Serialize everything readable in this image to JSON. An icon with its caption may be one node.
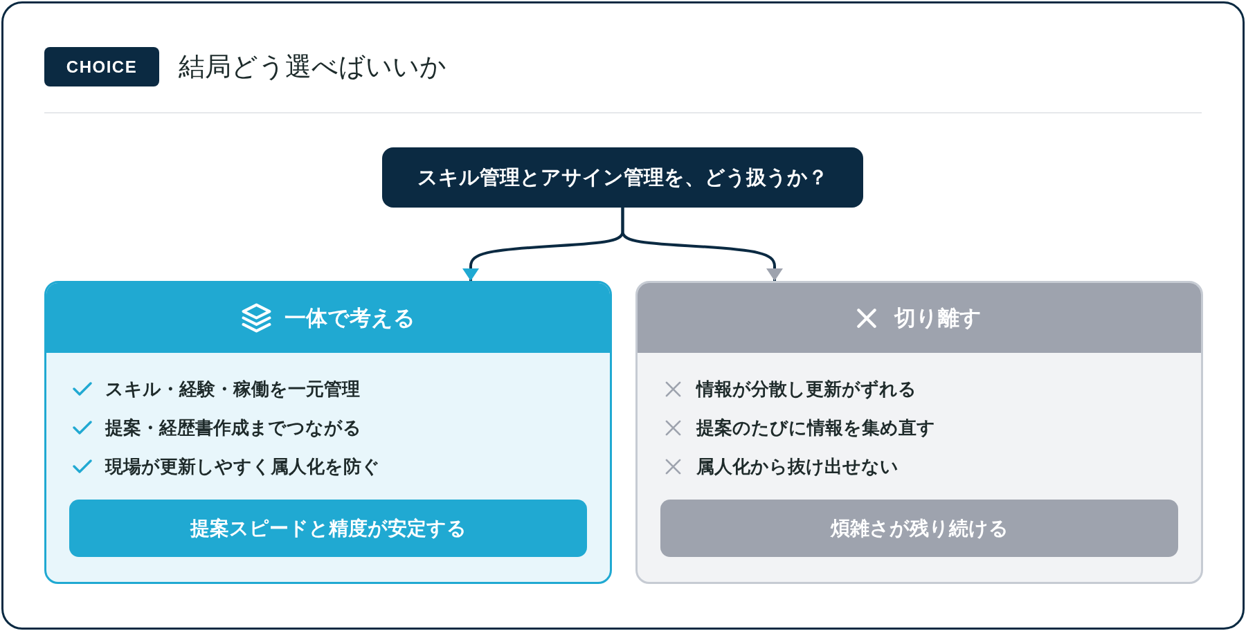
{
  "diagram": {
    "title": "結局どう選べばいいか",
    "nodes": [
      {
        "text": [
          "スキル管理とアサイン管理を、どう扱うか？"
        ]
      },
      {
        "text": [
          "一体で考える",
          "スキル・経験・稼働を一元管理",
          "提案・経歴書作成までつながる",
          "現場が更新しやすく属人化を防ぐ"
        ]
      },
      {
        "text": [
          "提案スピードと精度が安定する"
        ],
        "in": 1
      },
      {
        "text": [
          "切り離す",
          "情報が分散し更新がずれる",
          "提案のたびに情報を集め直す",
          "属人化から抜け出せない"
        ]
      },
      {
        "text": [
          "煩雑さが残り続ける"
        ],
        "in": 3
      }
    ],
    "edges": [
      {
        "from": 0,
        "to": 1,
        "arrow": "to"
      },
      {
        "from": 0,
        "to": 3,
        "arrow": "to"
      }
    ],
    "labels": [
      "CHOICE"
    ]
  }
}
